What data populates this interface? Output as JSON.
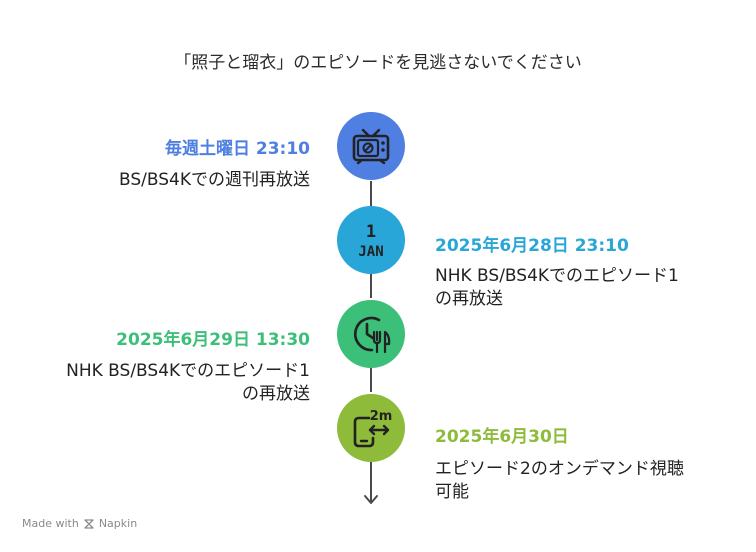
{
  "title": "「照子と瑠衣」のエピソードを見逃さないでください",
  "events": [
    {
      "heading": "毎週土曜日 23:10",
      "desc_lines": [
        "BS/BS4Kでの週刊再放送"
      ],
      "color": "#4f7fe0",
      "icon": "tv-icon"
    },
    {
      "heading": "2025年6月28日 23:10",
      "desc_lines": [
        "NHK BS/BS4Kでのエピソード1",
        "の再放送"
      ],
      "color": "#29a6d8",
      "icon": "calendar-icon",
      "icon_day": "1",
      "icon_month": "JAN"
    },
    {
      "heading": "2025年6月29日 13:30",
      "desc_lines": [
        "NHK BS/BS4Kでのエピソード1",
        "の再放送"
      ],
      "color": "#3bbf79",
      "icon": "clock-fork-icon"
    },
    {
      "heading": "2025年6月30日",
      "desc_lines": [
        "エピソード2のオンデマンド視聴",
        "可能"
      ],
      "color": "#8ebb3a",
      "icon": "phone-2m-icon",
      "icon_label": "2m"
    }
  ],
  "brand": {
    "prefix": "Made with",
    "name": "Napkin"
  }
}
